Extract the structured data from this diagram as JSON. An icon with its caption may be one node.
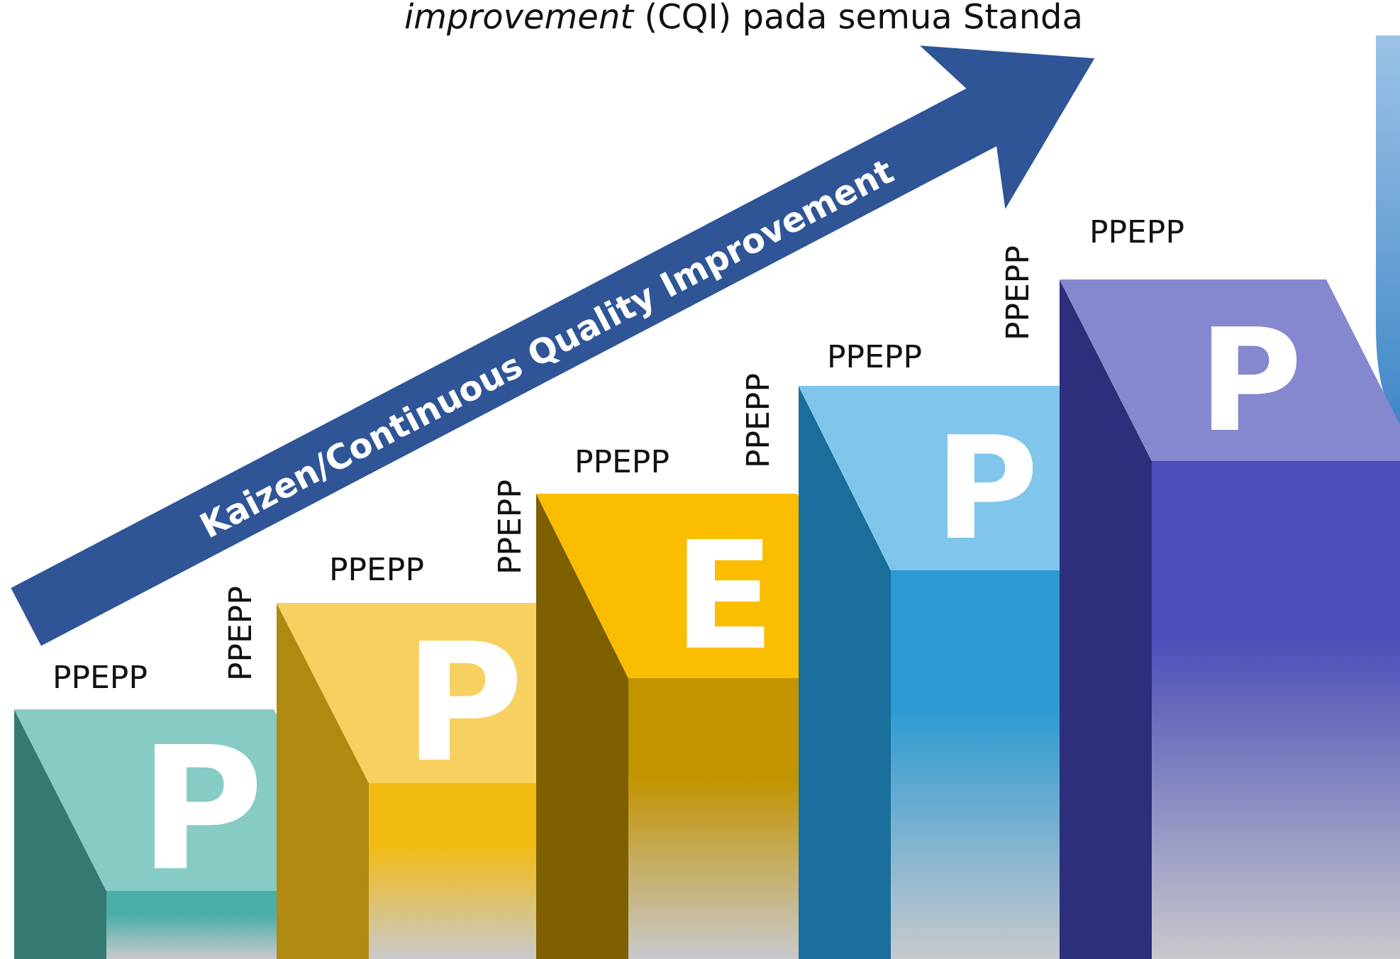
{
  "diagram": {
    "nodes": [
      {
        "text": [
          "Kaizen/Continuous Quality Improvement"
        ]
      },
      {
        "text": [
          "P"
        ]
      },
      {
        "text": [
          "P"
        ]
      },
      {
        "text": [
          "E"
        ]
      },
      {
        "text": [
          "P"
        ]
      },
      {
        "text": [
          "P"
        ]
      }
    ],
    "labels": [
      "*improvement* (CQI) pada semua Standa",
      "PPEPP",
      "PPEPP",
      "PPEPP",
      "PPEPP",
      "PPEPP",
      "PPEPP",
      "PPEPP",
      "PPEPP",
      "PPEPP"
    ]
  }
}
